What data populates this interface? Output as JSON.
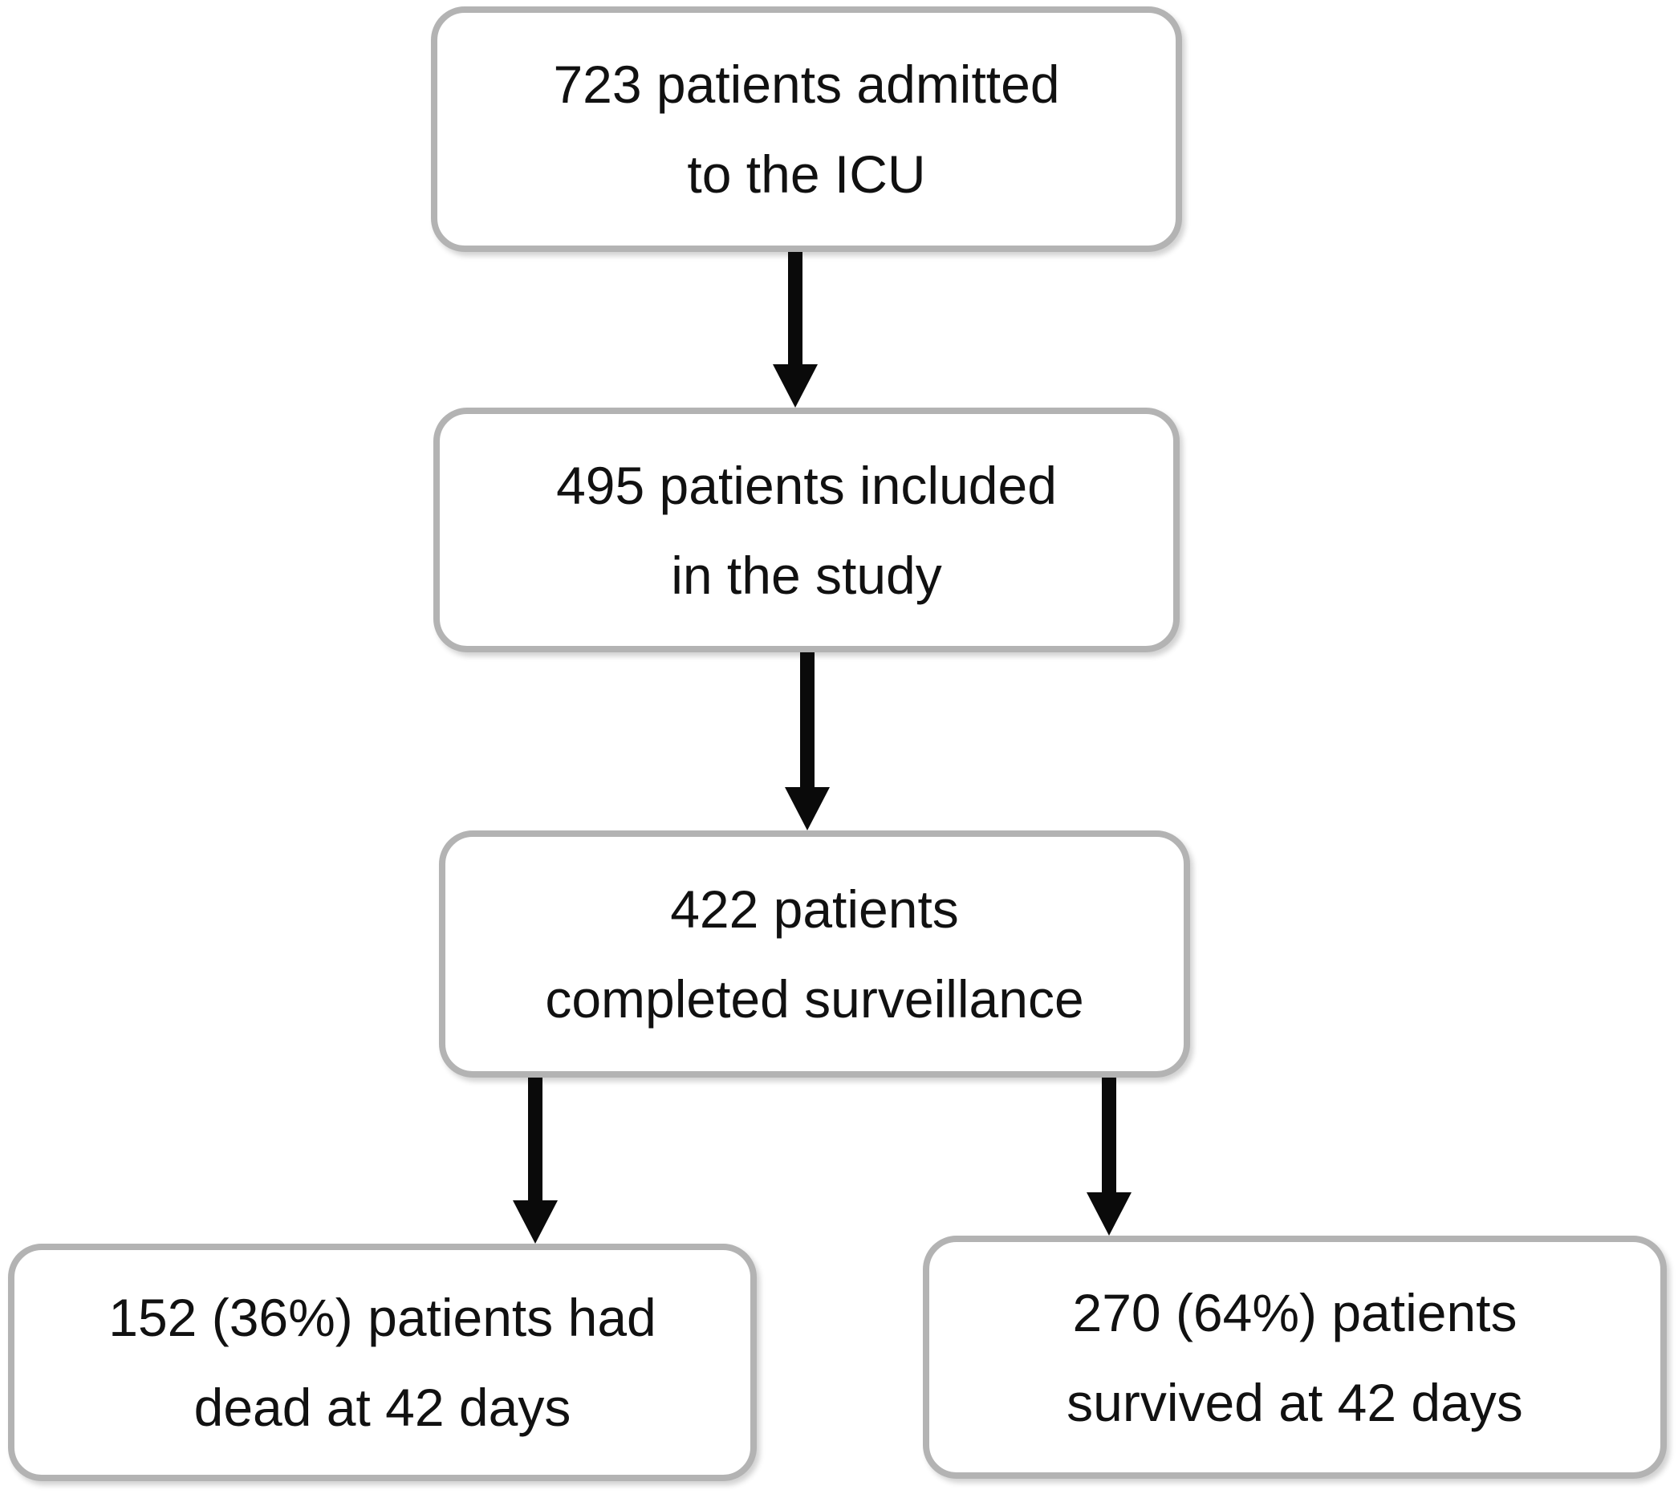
{
  "flowchart": {
    "nodes": [
      {
        "key": "admitted",
        "lines": [
          "723 patients admitted",
          "to the ICU"
        ]
      },
      {
        "key": "included",
        "lines": [
          "495 patients included",
          "in the study"
        ]
      },
      {
        "key": "surveillance",
        "lines": [
          "422 patients",
          "completed surveillance"
        ]
      },
      {
        "key": "dead",
        "lines": [
          "152 (36%) patients had",
          "dead at 42 days"
        ]
      },
      {
        "key": "survived",
        "lines": [
          "270 (64%) patients",
          "survived at 42 days"
        ]
      }
    ],
    "edges": [
      {
        "from": "admitted",
        "to": "included"
      },
      {
        "from": "included",
        "to": "surveillance"
      },
      {
        "from": "surveillance",
        "to": "dead"
      },
      {
        "from": "surveillance",
        "to": "survived"
      }
    ]
  },
  "colors": {
    "box-border": "#b3b3b3",
    "arrow": "#0a0a0a",
    "text": "#111111",
    "background": "#ffffff"
  }
}
